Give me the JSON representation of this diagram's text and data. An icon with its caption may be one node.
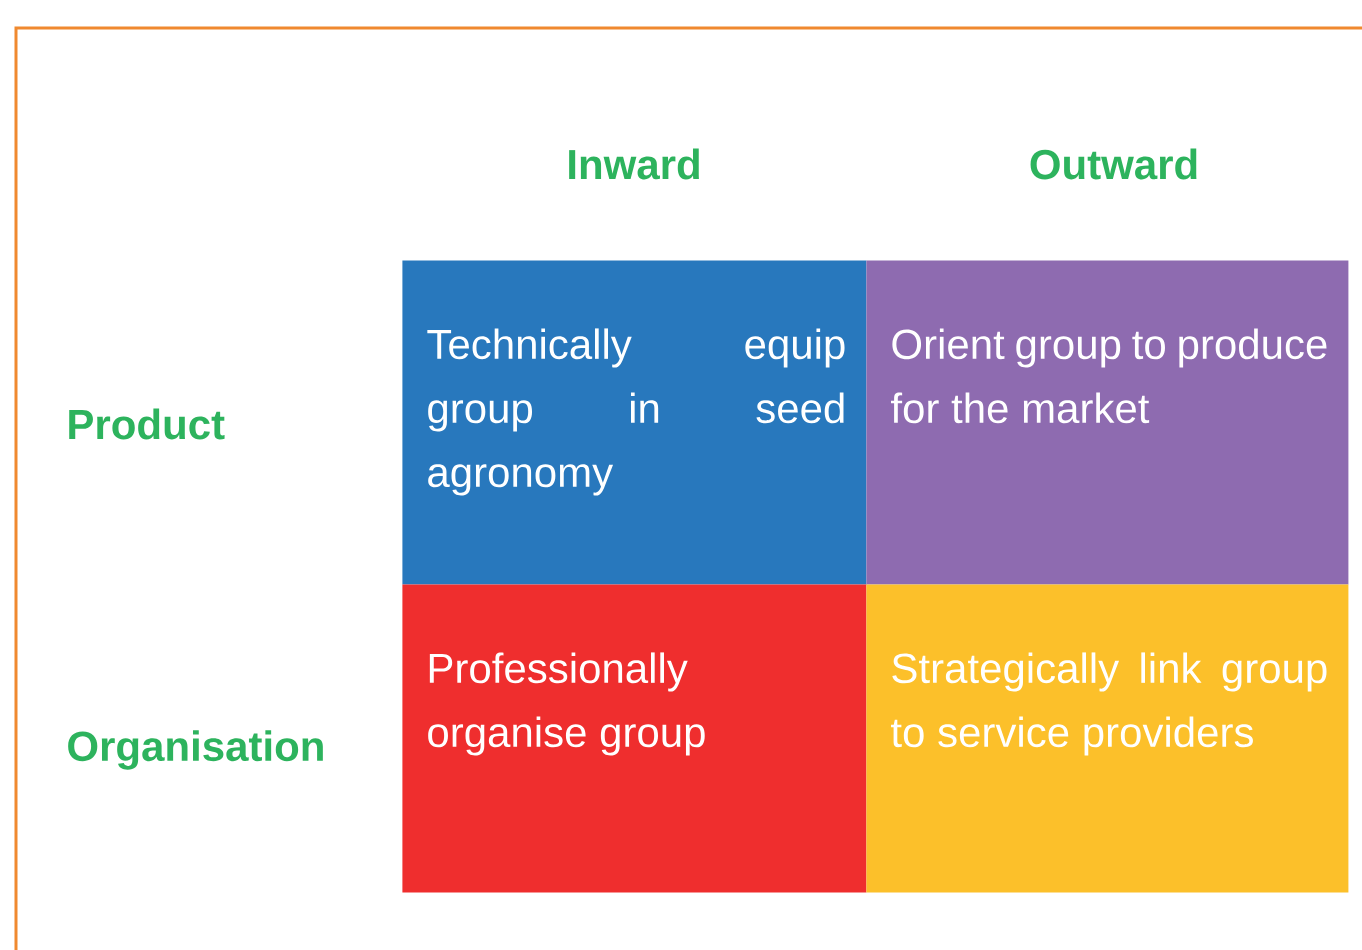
{
  "diagram": {
    "nodes": [
      {
        "text": [
          "Technically equip group in seed agronomy"
        ]
      },
      {
        "text": [
          "Orient group to produce for the market"
        ]
      },
      {
        "text": [
          "Professionally organise group"
        ]
      },
      {
        "text": [
          "Strategically link group to service providers"
        ]
      }
    ],
    "labels": [
      "Inward",
      "Outward",
      "Product",
      "Organisation"
    ]
  }
}
